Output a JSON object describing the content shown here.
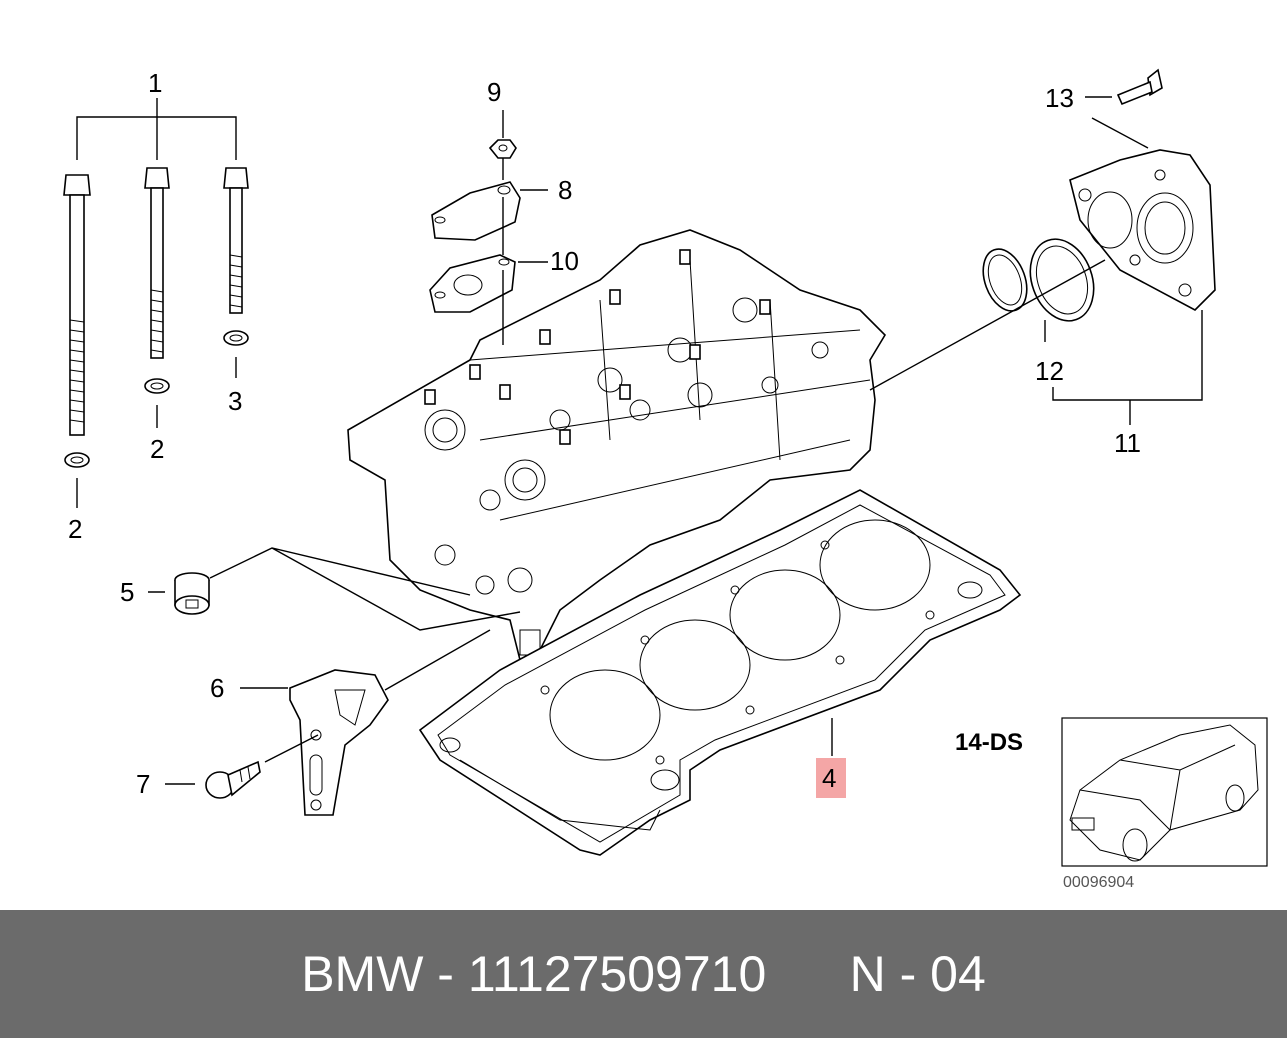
{
  "callouts": {
    "c1": "1",
    "c2a": "2",
    "c2b": "2",
    "c3": "3",
    "c4": "4",
    "c5": "5",
    "c6": "6",
    "c7": "7",
    "c8": "8",
    "c9": "9",
    "c10": "10",
    "c11": "11",
    "c12": "12",
    "c13": "13",
    "c14": "14-DS"
  },
  "highlight_color": "#f4a6a6",
  "doc_number": "00096904",
  "footer": {
    "brand_part": "BMW - 11127509710",
    "position": "N - 04"
  }
}
